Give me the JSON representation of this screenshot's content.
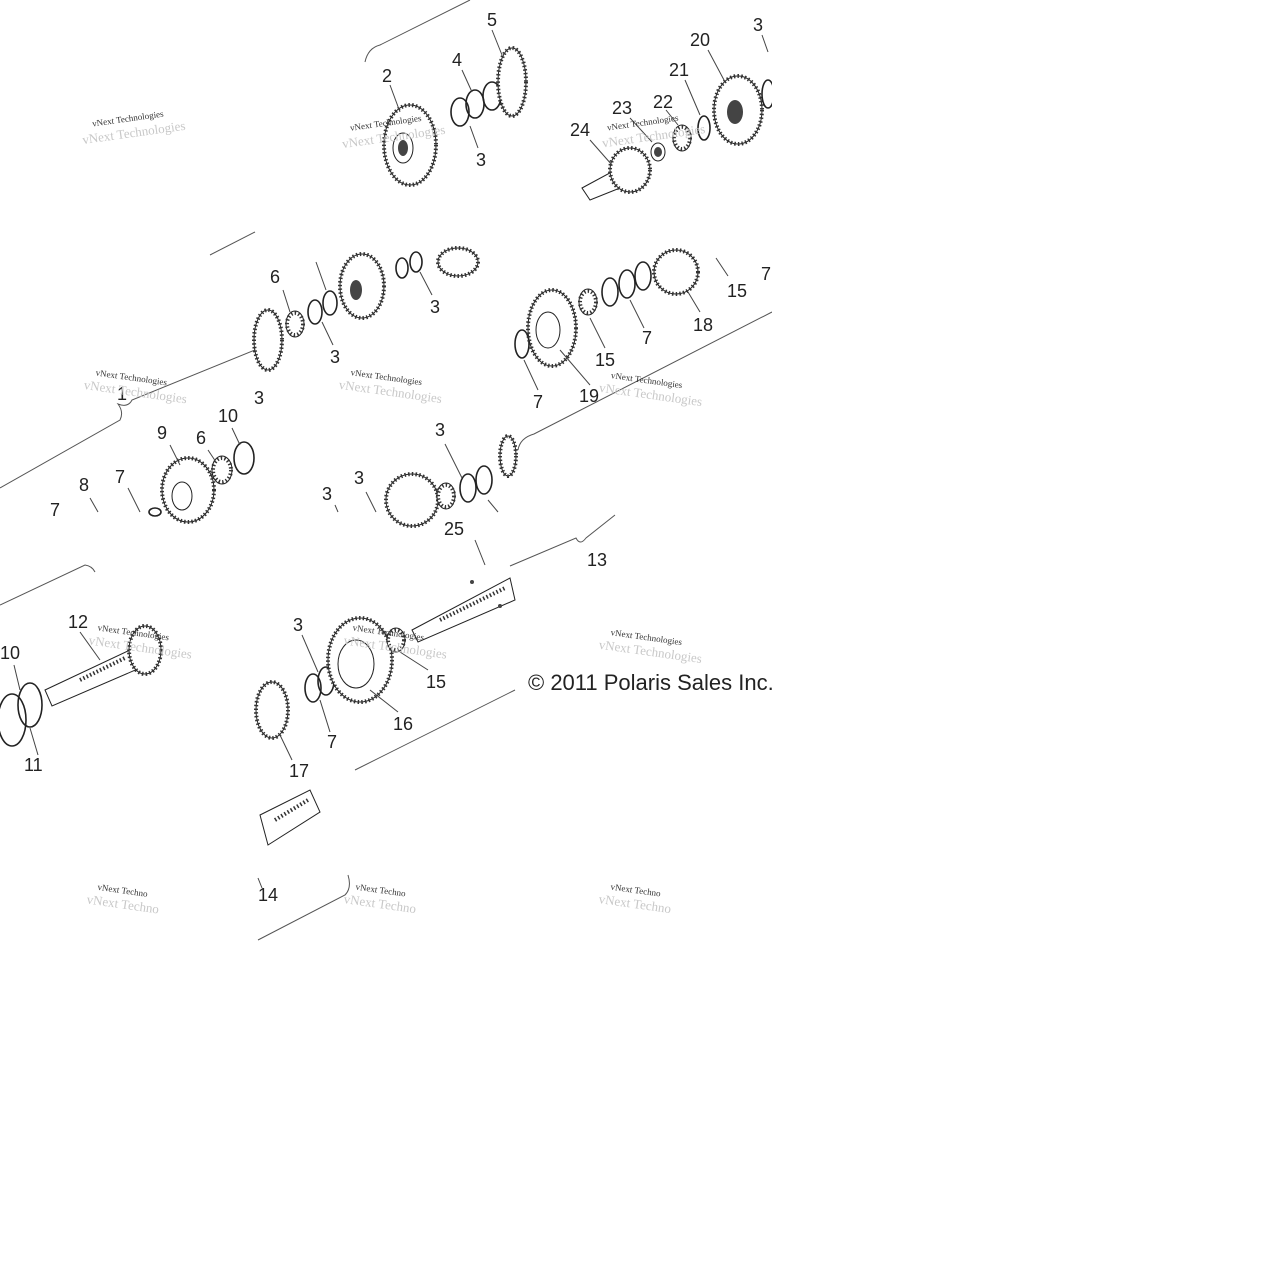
{
  "diagram": {
    "callouts": [
      "1",
      "2",
      "3",
      "4",
      "5",
      "6",
      "7",
      "8",
      "9",
      "10",
      "11",
      "12",
      "13",
      "14",
      "15",
      "16",
      "17",
      "18",
      "19",
      "20",
      "21",
      "22",
      "23",
      "24",
      "25"
    ],
    "watermark": "vNext Technologies",
    "watermark_short": "vNext Techno",
    "copyright": "© 2011 Polaris Sales Inc."
  }
}
